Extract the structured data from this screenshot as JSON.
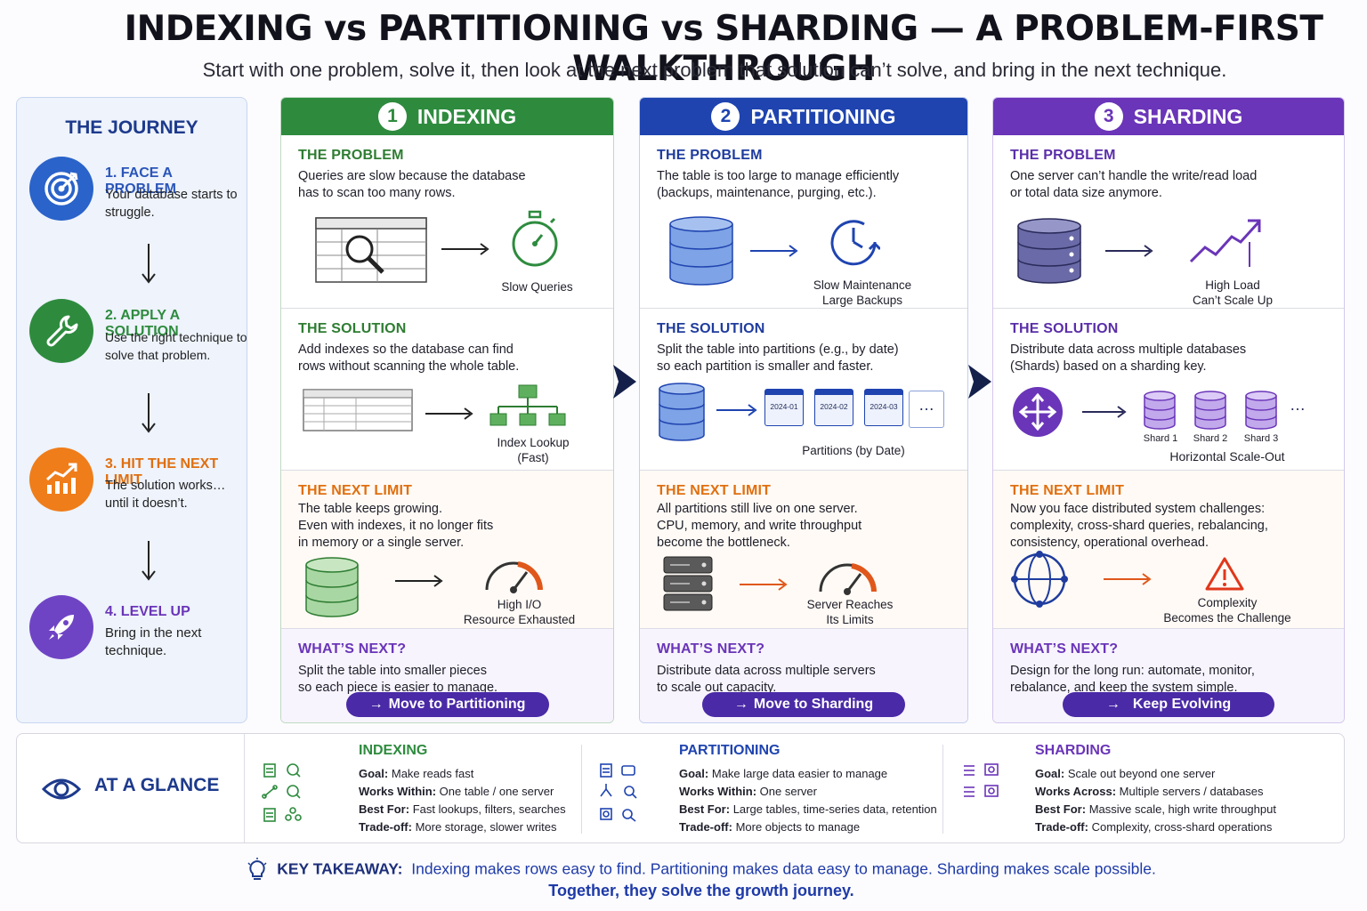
{
  "header": {
    "title": "INDEXING vs PARTITIONING vs SHARDING — A PROBLEM-FIRST WALKTHROUGH",
    "subtitle": "Start with one problem, solve it, then look at the next problem that solution can’t solve, and bring in the next technique."
  },
  "journey": {
    "title": "THE JOURNEY",
    "steps": [
      {
        "title": "1. FACE A PROBLEM",
        "desc": "Your database starts to struggle.",
        "color": "#2a63c9",
        "icon": "target-icon"
      },
      {
        "title": "2. APPLY A SOLUTION",
        "desc": "Use the right technique to solve that problem.",
        "color": "#2e8b3e",
        "icon": "wrench-icon"
      },
      {
        "title": "3. HIT THE NEXT LIMIT",
        "desc": "The solution works… until it doesn’t.",
        "color": "#ef7d1a",
        "icon": "trend-up-icon"
      },
      {
        "title": "4. LEVEL UP",
        "desc": "Bring in the next technique.",
        "color": "#6f44c4",
        "icon": "rocket-icon"
      }
    ]
  },
  "labels": {
    "problem": "THE PROBLEM",
    "solution": "THE SOLUTION",
    "next_limit": "THE NEXT LIMIT",
    "whats_next": "WHAT’S NEXT?"
  },
  "columns": [
    {
      "num": "1",
      "name": "INDEXING",
      "color": "#2e8b3e",
      "problem": "Queries are slow because the database\nhas to scan too many rows.",
      "problem_caption": "Slow Queries",
      "solution": "Add indexes so the database can find\nrows without scanning the whole table.",
      "solution_caption": "Index Lookup\n(Fast)",
      "limit": "The table keeps growing.\nEven with indexes, it no longer fits\nin memory or a single server.",
      "limit_caption": "High I/O\nResource Exhausted",
      "next": "Split the table into smaller pieces\nso each piece is easier to manage.",
      "button": "Move to Partitioning"
    },
    {
      "num": "2",
      "name": "PARTITIONING",
      "color": "#1f44b0",
      "problem": "The table is too large to manage efficiently\n(backups, maintenance, purging, etc.).",
      "problem_caption": "Slow Maintenance\nLarge Backups",
      "solution": "Split the table into partitions (e.g., by date)\nso each partition is smaller and faster.",
      "solution_caption": "Partitions (by Date)",
      "partitions": [
        "2024-01",
        "2024-02",
        "2024-03",
        "…"
      ],
      "limit": "All partitions still live on one server.\nCPU, memory, and write throughput\nbecome the bottleneck.",
      "limit_caption": "Server Reaches\nIts Limits",
      "next": "Distribute data across multiple servers\nto scale out capacity.",
      "button": "Move to Sharding"
    },
    {
      "num": "3",
      "name": "SHARDING",
      "color": "#6a35b8",
      "problem": "One server can’t handle the write/read load\nor total data size anymore.",
      "problem_caption": "High Load\nCan’t Scale Up",
      "solution": "Distribute data across multiple databases\n(Shards) based on a sharding key.",
      "solution_caption": "Horizontal Scale-Out",
      "shards": [
        "Shard 1",
        "Shard 2",
        "Shard 3",
        "…"
      ],
      "limit": "Now you face distributed system challenges:\ncomplexity, cross-shard queries, rebalancing,\nconsistency, operational overhead.",
      "limit_caption": "Complexity\nBecomes the Challenge",
      "next": "Design for the long run: automate, monitor,\nrebalance, and keep the system simple.",
      "button": "Keep Evolving"
    }
  ],
  "glance": {
    "title": "AT A GLANCE",
    "items": [
      {
        "name": "INDEXING",
        "color": "#2e8b3e",
        "rows": [
          [
            "Goal:",
            "Make reads fast"
          ],
          [
            "Works Within:",
            "One table / one server"
          ],
          [
            "Best For:",
            "Fast lookups, filters, searches"
          ],
          [
            "Trade-off:",
            "More storage, slower writes"
          ]
        ]
      },
      {
        "name": "PARTITIONING",
        "color": "#1f44b0",
        "rows": [
          [
            "Goal:",
            "Make large data easier to manage"
          ],
          [
            "Works Within:",
            "One server"
          ],
          [
            "Best For:",
            "Large tables, time-series data, retention"
          ],
          [
            "Trade-off:",
            "More objects to manage"
          ]
        ]
      },
      {
        "name": "SHARDING",
        "color": "#6a35b8",
        "rows": [
          [
            "Goal:",
            "Scale out beyond one server"
          ],
          [
            "Works Across:",
            "Multiple servers / databases"
          ],
          [
            "Best For:",
            "Massive scale, high write throughput"
          ],
          [
            "Trade-off:",
            "Complexity, cross-shard operations"
          ]
        ]
      }
    ]
  },
  "takeaway": {
    "label": "KEY TAKEAWAY:",
    "text": "Indexing makes rows easy to find. Partitioning makes data easy to manage. Sharding makes scale possible.",
    "together": "Together, they solve the growth journey."
  }
}
